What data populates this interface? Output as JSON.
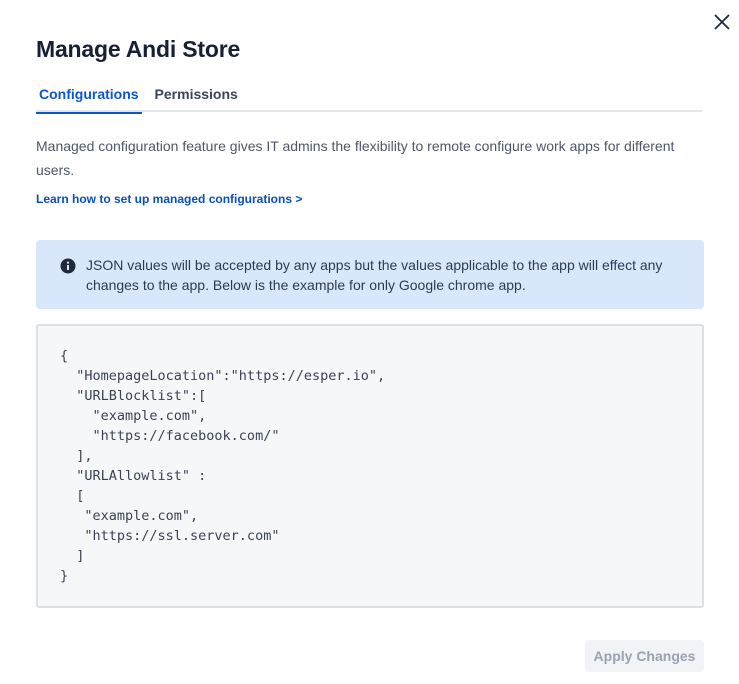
{
  "dialog": {
    "title": "Manage Andi Store",
    "close_icon": "close-icon"
  },
  "tabs": [
    {
      "label": "Configurations",
      "active": true
    },
    {
      "label": "Permissions",
      "active": false
    }
  ],
  "description": "Managed configuration feature gives IT admins the flexibility to remote configure work apps for different users.",
  "learn_link": "Learn how to set up managed configurations >",
  "notice": {
    "icon": "info-icon",
    "text": "JSON values will be accepted by any apps but the values applicable to the app will effect any changes to the app. Below is the example for only Google chrome app."
  },
  "code_example": "{\n  \"HomepageLocation\":\"https://esper.io\",\n  \"URLBlocklist\":[\n    \"example.com\",\n    \"https://facebook.com/\"\n  ],\n  \"URLAllowlist\" :\n  [\n   \"example.com\",\n   \"https://ssl.server.com\"\n  ]\n}",
  "footer": {
    "apply_label": "Apply Changes",
    "apply_disabled": true
  },
  "colors": {
    "accent": "#0b56c8",
    "notice_bg": "#d9e7fc",
    "code_bg": "#f6f7f9"
  }
}
